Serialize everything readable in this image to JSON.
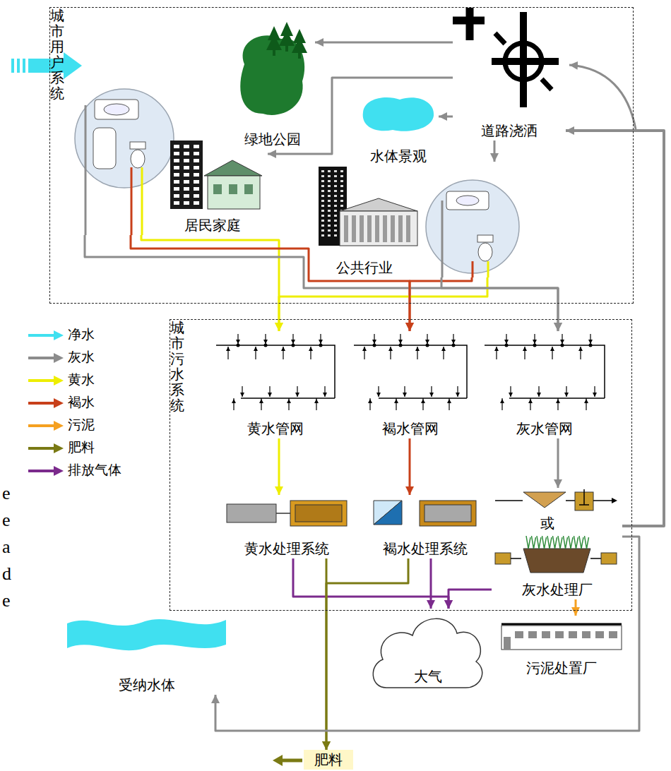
{
  "diagram": {
    "nodes": [
      {
        "text": [
          "城市用户系统"
        ]
      },
      {
        "text": [
          "绿地公园"
        ],
        "in": 0
      },
      {
        "text": [
          "水体景观"
        ],
        "in": 0
      },
      {
        "text": [
          "道路浇洒"
        ],
        "in": 0
      },
      {
        "text": [
          "居民家庭"
        ],
        "in": 0
      },
      {
        "text": [
          "公共行业"
        ],
        "in": 0
      },
      {
        "text": [
          "城市污水系统"
        ]
      },
      {
        "text": [
          "黄水管网"
        ],
        "in": 6
      },
      {
        "text": [
          "褐水管网"
        ],
        "in": 6
      },
      {
        "text": [
          "灰水管网"
        ],
        "in": 6
      },
      {
        "text": [
          "黄水处理系统"
        ],
        "in": 6
      },
      {
        "text": [
          "褐水处理系统"
        ],
        "in": 6
      },
      {
        "text": [
          "灰水处理厂"
        ],
        "in": 6
      },
      {
        "text": [
          "大气"
        ]
      },
      {
        "text": [
          "污泥处置厂"
        ]
      },
      {
        "text": [
          "受纳水体"
        ]
      },
      {
        "text": [
          "肥料"
        ]
      }
    ],
    "edges": [
      {
        "from": 4,
        "to": 7,
        "arrow": "to"
      },
      {
        "from": 4,
        "to": 8,
        "arrow": "to"
      },
      {
        "from": 4,
        "to": 9,
        "arrow": "to"
      },
      {
        "from": 5,
        "to": 7,
        "arrow": "to"
      },
      {
        "from": 5,
        "to": 8,
        "arrow": "to"
      },
      {
        "from": 5,
        "to": 9,
        "arrow": "to"
      },
      {
        "from": 7,
        "to": 10,
        "arrow": "to"
      },
      {
        "from": 8,
        "to": 11,
        "arrow": "to"
      },
      {
        "from": 9,
        "to": 12,
        "arrow": "to"
      },
      {
        "from": 10,
        "to": 13,
        "arrow": "to"
      },
      {
        "from": 11,
        "to": 13,
        "arrow": "to"
      },
      {
        "from": 12,
        "to": 13,
        "arrow": "to"
      },
      {
        "from": 10,
        "to": 16,
        "arrow": "to"
      },
      {
        "from": 11,
        "to": 16,
        "arrow": "to"
      },
      {
        "from": 12,
        "to": 14,
        "arrow": "to"
      },
      {
        "from": 12,
        "to": 15,
        "arrow": "to"
      },
      {
        "from": 12,
        "to": 3,
        "arrow": "to"
      },
      {
        "from": 3,
        "to": 1,
        "arrow": "to"
      },
      {
        "from": 3,
        "to": 2,
        "arrow": "to"
      },
      {
        "from": 3,
        "to": 4,
        "arrow": "to"
      },
      {
        "from": 3,
        "to": 5,
        "arrow": "to"
      }
    ],
    "labels": [
      "或",
      "e",
      "e",
      "a",
      "d",
      "e"
    ],
    "legend": [
      {
        "text": "净水",
        "color": "#40e0f0"
      },
      {
        "text": "灰水",
        "color": "#8c8c8c"
      },
      {
        "text": "黄水",
        "color": "#eeee00"
      },
      {
        "text": "褐水",
        "color": "#c8401a"
      },
      {
        "text": "污泥",
        "color": "#f5a020"
      },
      {
        "text": "肥料",
        "color": "#7a7a14"
      },
      {
        "text": "排放气体",
        "color": "#7b2a8c"
      }
    ]
  }
}
